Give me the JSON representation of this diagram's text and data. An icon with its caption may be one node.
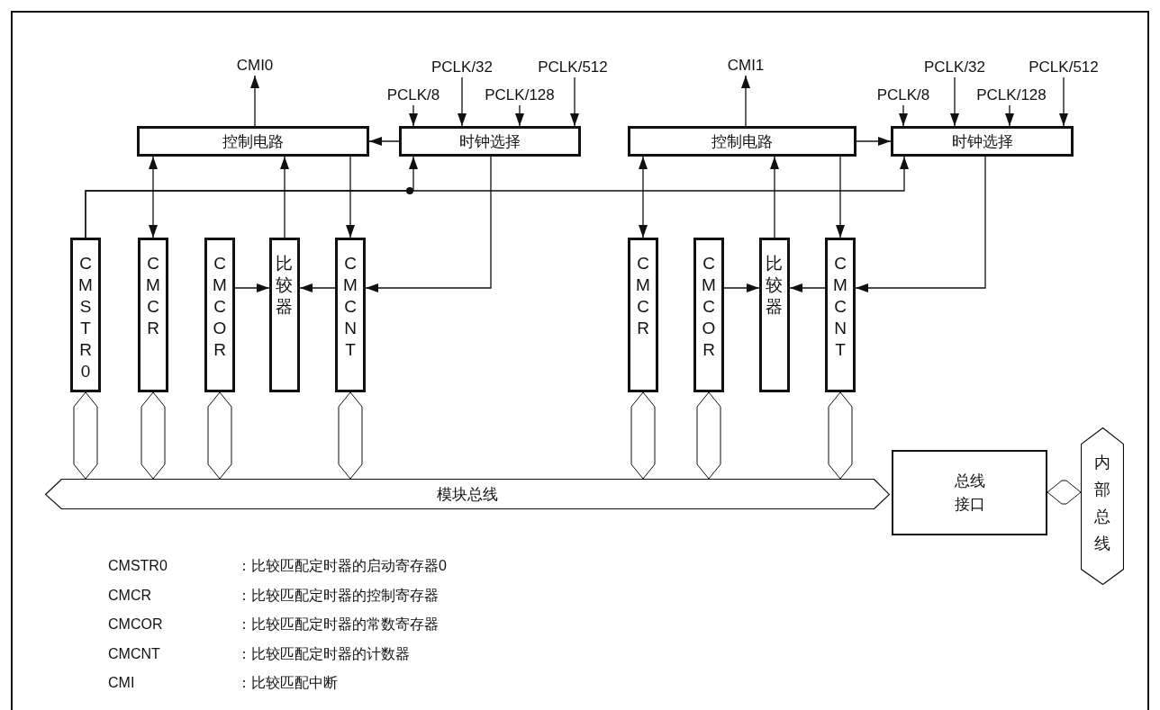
{
  "diagram": {
    "nodes": [
      {
        "text": [
          "控制电路"
        ]
      },
      {
        "text": [
          "时钟选择"
        ]
      },
      {
        "text": [
          "控制电路"
        ]
      },
      {
        "text": [
          "时钟选择"
        ]
      },
      {
        "text": [
          "CMSTR0"
        ]
      },
      {
        "text": [
          "CMCR"
        ]
      },
      {
        "text": [
          "CMCOR"
        ]
      },
      {
        "text": [
          "比较器"
        ]
      },
      {
        "text": [
          "CMCNT"
        ]
      },
      {
        "text": [
          "CMCR"
        ]
      },
      {
        "text": [
          "CMCOR"
        ]
      },
      {
        "text": [
          "比较器"
        ]
      },
      {
        "text": [
          "CMCNT"
        ]
      },
      {
        "text": [
          "模块总线"
        ]
      },
      {
        "text": [
          "总线接口"
        ]
      },
      {
        "text": [
          "内部总线"
        ]
      },
      {
        "text": [
          "CMI0"
        ]
      },
      {
        "text": [
          "CMI1"
        ]
      },
      {
        "text": [
          "PCLK/8"
        ]
      },
      {
        "text": [
          "PCLK/32"
        ]
      },
      {
        "text": [
          "PCLK/128"
        ]
      },
      {
        "text": [
          "PCLK/512"
        ]
      },
      {
        "text": [
          "PCLK/8"
        ]
      },
      {
        "text": [
          "PCLK/32"
        ]
      },
      {
        "text": [
          "PCLK/128"
        ]
      },
      {
        "text": [
          "PCLK/512"
        ]
      }
    ],
    "edges": [
      {
        "from": 0,
        "to": 16,
        "arrow": "to"
      },
      {
        "from": 18,
        "to": 1,
        "arrow": "to"
      },
      {
        "from": 19,
        "to": 1,
        "arrow": "to"
      },
      {
        "from": 20,
        "to": 1,
        "arrow": "to"
      },
      {
        "from": 21,
        "to": 1,
        "arrow": "to"
      },
      {
        "from": 1,
        "to": 0,
        "arrow": "to"
      },
      {
        "from": 4,
        "to": 1,
        "arrow": "to"
      },
      {
        "from": 4,
        "to": 3,
        "arrow": "to"
      },
      {
        "from": 0,
        "to": 5,
        "arrow": "both"
      },
      {
        "from": 7,
        "to": 0,
        "arrow": "to"
      },
      {
        "from": 0,
        "to": 8,
        "arrow": "to"
      },
      {
        "from": 1,
        "to": 8,
        "arrow": "to"
      },
      {
        "from": 6,
        "to": 7,
        "arrow": "to"
      },
      {
        "from": 8,
        "to": 7,
        "arrow": "to"
      },
      {
        "from": 2,
        "to": 17,
        "arrow": "to"
      },
      {
        "from": 22,
        "to": 3,
        "arrow": "to"
      },
      {
        "from": 23,
        "to": 3,
        "arrow": "to"
      },
      {
        "from": 24,
        "to": 3,
        "arrow": "to"
      },
      {
        "from": 25,
        "to": 3,
        "arrow": "to"
      },
      {
        "from": 2,
        "to": 3,
        "arrow": "to"
      },
      {
        "from": 2,
        "to": 9,
        "arrow": "both"
      },
      {
        "from": 11,
        "to": 2,
        "arrow": "to"
      },
      {
        "from": 2,
        "to": 12,
        "arrow": "to"
      },
      {
        "from": 3,
        "to": 12,
        "arrow": "to"
      },
      {
        "from": 10,
        "to": 11,
        "arrow": "to"
      },
      {
        "from": 12,
        "to": 11,
        "arrow": "to"
      },
      {
        "from": 4,
        "to": 13,
        "arrow": "both",
        "style": "thick"
      },
      {
        "from": 5,
        "to": 13,
        "arrow": "both",
        "style": "thick"
      },
      {
        "from": 6,
        "to": 13,
        "arrow": "both",
        "style": "thick"
      },
      {
        "from": 8,
        "to": 13,
        "arrow": "both",
        "style": "thick"
      },
      {
        "from": 9,
        "to": 13,
        "arrow": "both",
        "style": "thick"
      },
      {
        "from": 10,
        "to": 13,
        "arrow": "both",
        "style": "thick"
      },
      {
        "from": 12,
        "to": 13,
        "arrow": "both",
        "style": "thick"
      },
      {
        "from": 14,
        "to": 15,
        "arrow": "both",
        "style": "thick"
      }
    ],
    "labels": [
      "CMSTR0",
      "：比较匹配定时器的启动寄存器0",
      "CMCR",
      "：比较匹配定时器的控制寄存器",
      "CMCOR",
      "：比较匹配定时器的常数寄存器",
      "CMCNT",
      "：比较匹配定时器的计数器",
      "CMI",
      "：比较匹配中断"
    ]
  }
}
